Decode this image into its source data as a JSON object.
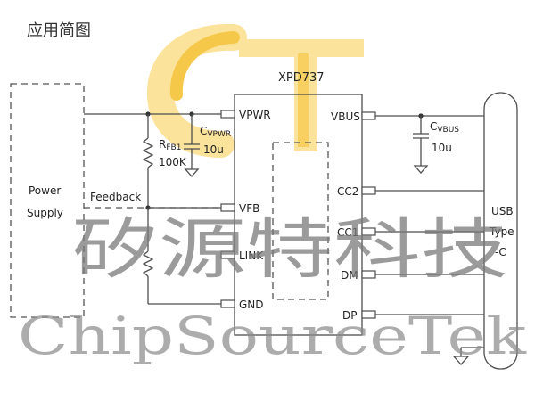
{
  "title": "应用简图",
  "chip": {
    "name": "XPD737",
    "left_pins": [
      "VPWR",
      "VFB",
      "LINK",
      "GND"
    ],
    "right_pins": [
      "VBUS",
      "CC2",
      "CC1",
      "DM",
      "DP"
    ]
  },
  "power_supply": {
    "line1": "Power",
    "line2": "Supply"
  },
  "feedback_label": "Feedback",
  "resistor": {
    "name_main": "R",
    "name_sub": "FB1",
    "value": "100K"
  },
  "cap_vpwr": {
    "name_main": "C",
    "name_sub": "VPWR",
    "value": "10u"
  },
  "cap_vbus": {
    "name_main": "C",
    "name_sub": "VBUS",
    "value": "10u"
  },
  "usb_connector": {
    "line1": "USB",
    "line2": "Type",
    "line3": "-C"
  },
  "watermark": {
    "chinese": "矽源特科技",
    "english": "ChipSourceTek"
  },
  "colors": {
    "logo_yellow": "#f6c84a",
    "logo_yellow_light": "#fbe39b",
    "line": "#4d4d4d"
  }
}
